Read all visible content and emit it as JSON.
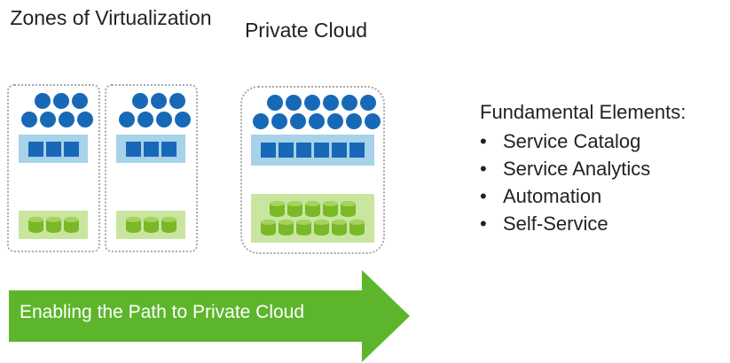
{
  "titles": {
    "zones": "Zones of Virtualization",
    "private": "Private Cloud"
  },
  "fundamentals": {
    "heading": "Fundamental Elements:",
    "bullet": "•",
    "items": [
      "Service Catalog",
      "Service Analytics",
      "Automation",
      "Self-Service"
    ]
  },
  "arrow": {
    "label": "Enabling the Path to Private Cloud"
  },
  "colors": {
    "vm_blue": "#1769b8",
    "host_bar": "#a7d2ea",
    "storage_bar": "#c9e59f",
    "disk_green": "#7ab828",
    "arrow_green": "#5db52c"
  },
  "icons": {
    "vm": "blue-circle-vm-icon",
    "host": "blue-square-host-icon",
    "disk": "green-cylinder-disk-icon"
  }
}
